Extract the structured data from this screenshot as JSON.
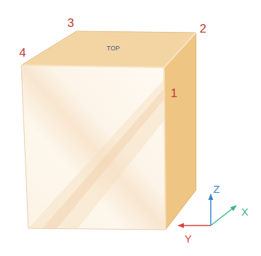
{
  "diagram": {
    "labels": [
      "3",
      "2",
      "4",
      "TOP",
      "1",
      "Z",
      "X",
      "Y"
    ]
  }
}
